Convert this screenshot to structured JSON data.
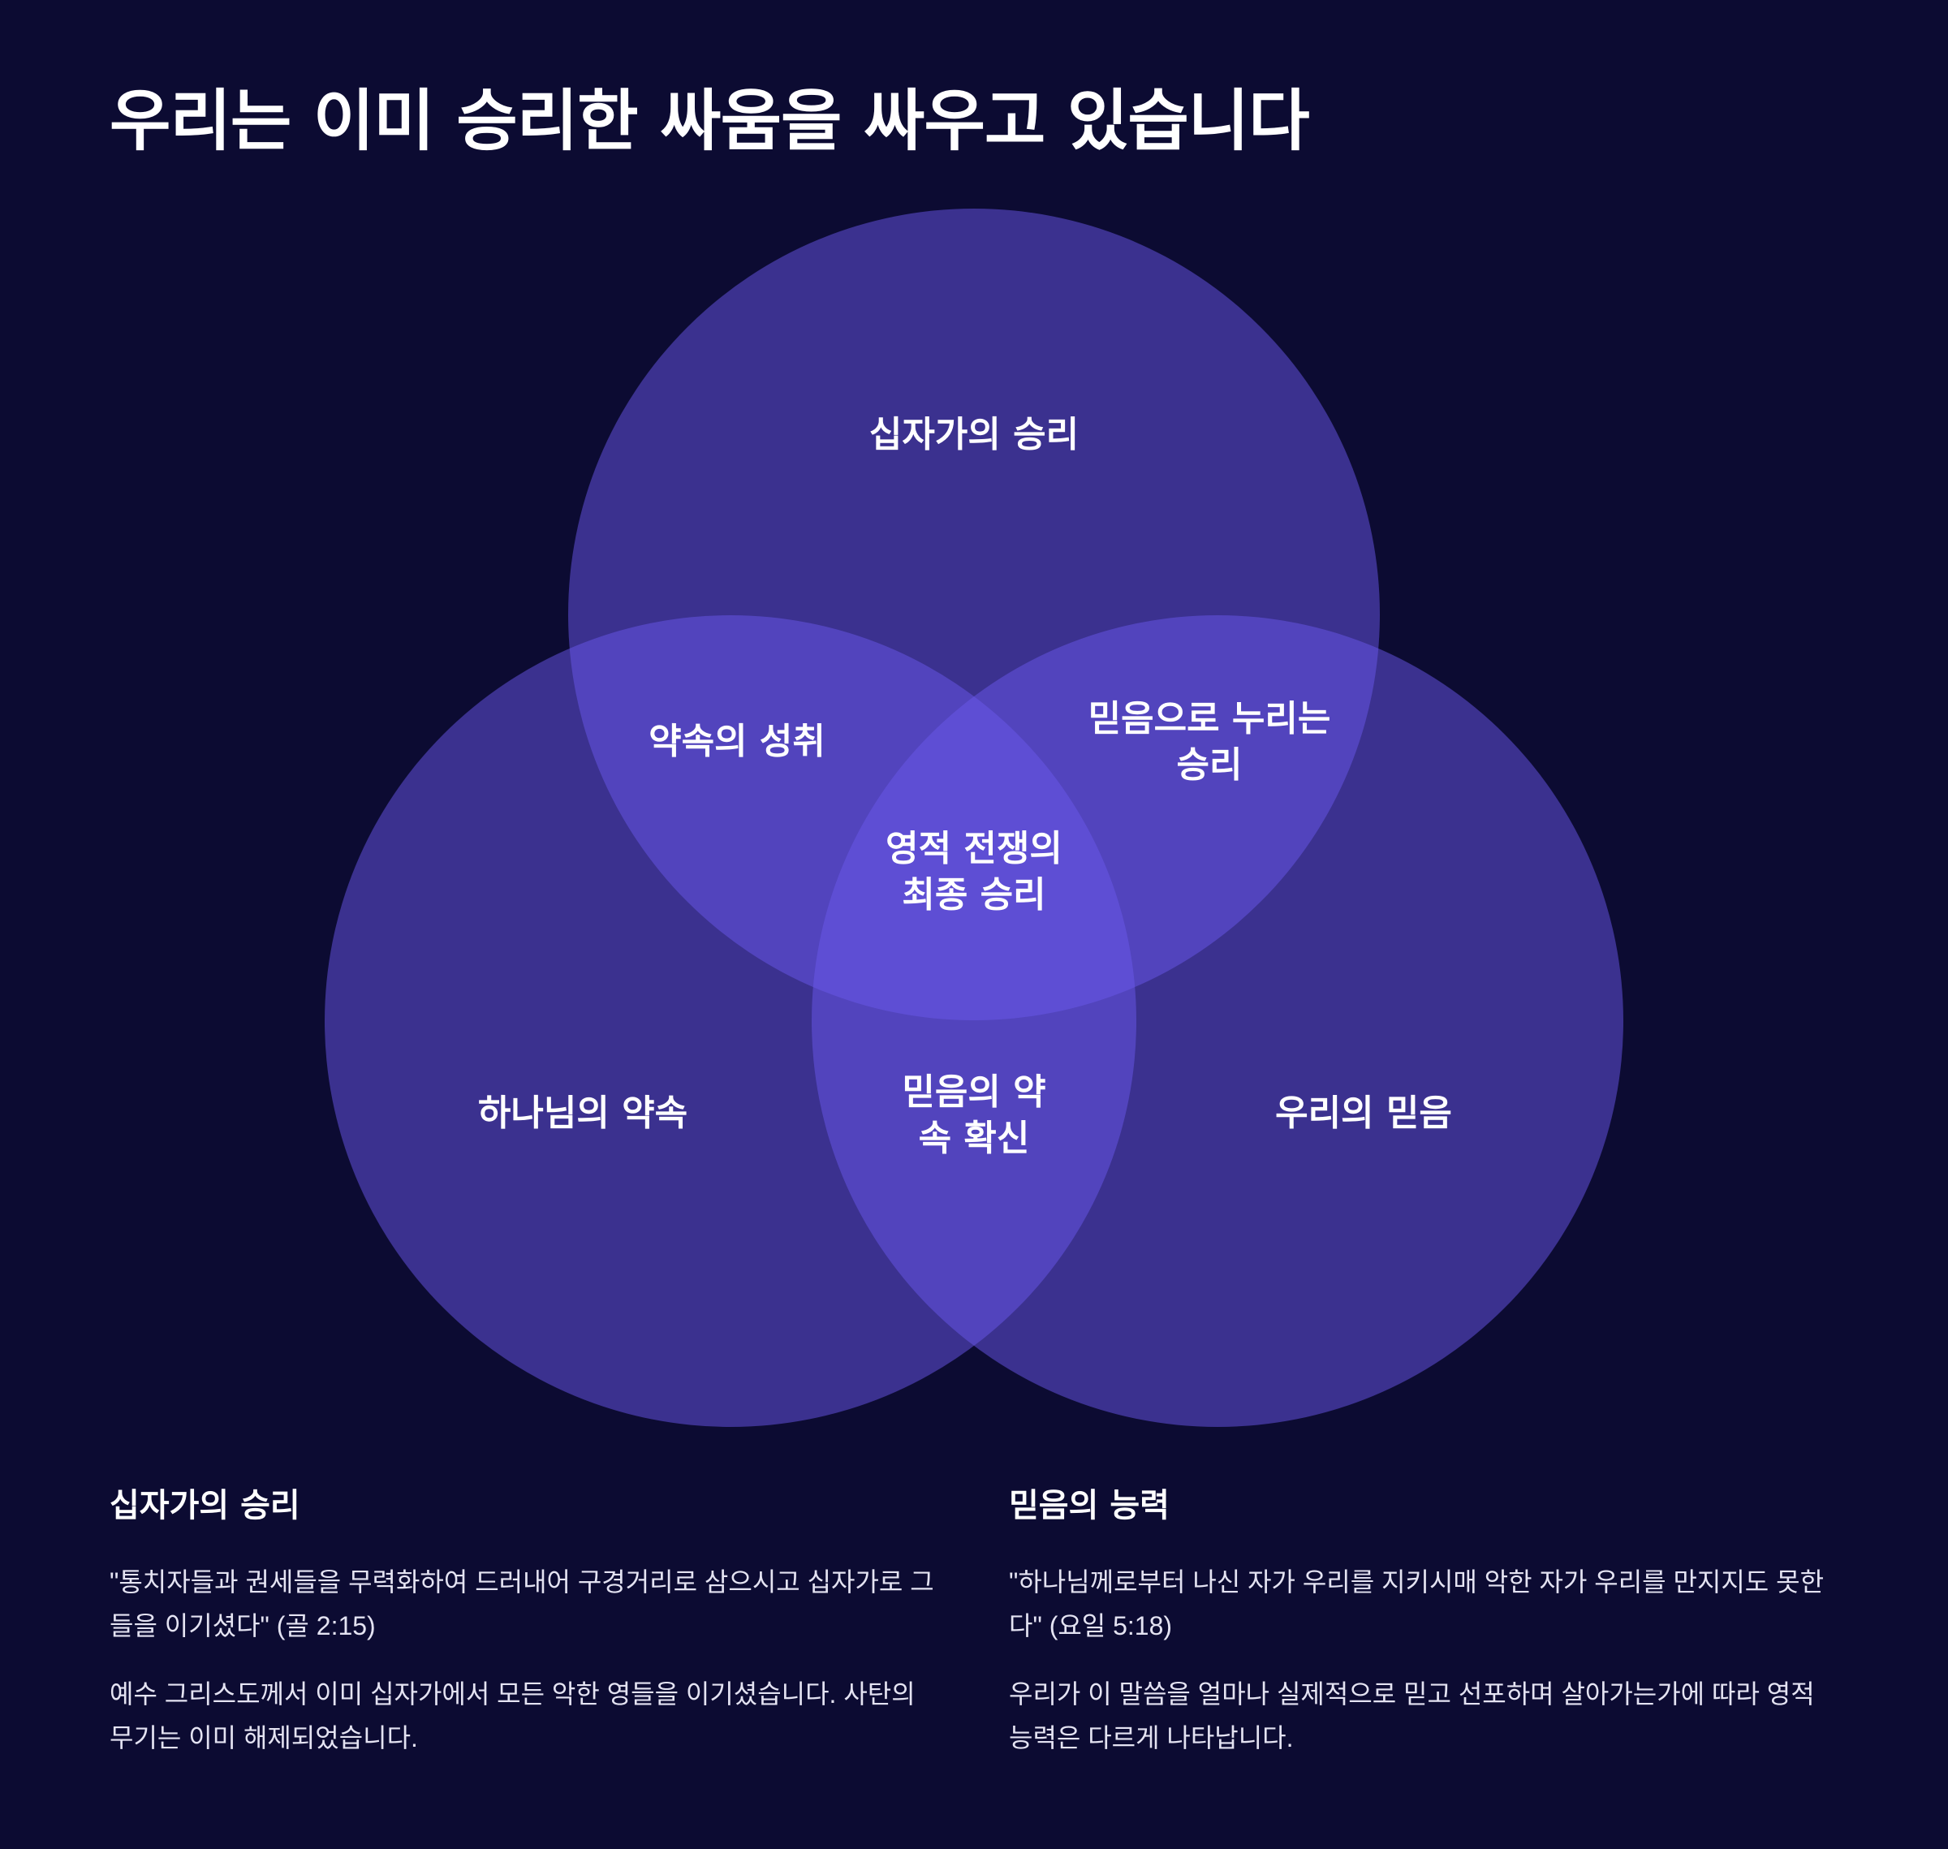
{
  "title": "우리는 이미 승리한 싸움을 싸우고 있습니다",
  "colors": {
    "background": "#0c0b32",
    "circle_fill": "#6a58ec",
    "text": "#ffffff"
  },
  "venn": {
    "sets": {
      "top": "십자가의 승리",
      "left": "하나님의 약속",
      "right": "우리의 믿음"
    },
    "intersections": {
      "top_left": "약속의 성취",
      "top_right_line1": "믿음으로 누리는",
      "top_right_line2": "승리",
      "left_right_line1": "믿음의 약",
      "left_right_line2": "속 확신",
      "center_line1": "영적 전쟁의",
      "center_line2": "최종 승리"
    }
  },
  "panels": {
    "left": {
      "heading": "십자가의 승리",
      "quote": "\"통치자들과 권세들을 무력화하여 드러내어 구경거리로 삼으시고 십자가로 그들을 이기셨다\" (골 2:15)",
      "body": "예수 그리스도께서 이미 십자가에서 모든 악한 영들을 이기셨습니다. 사탄의 무기는 이미 해제되었습니다."
    },
    "right": {
      "heading": "믿음의 능력",
      "quote": "\"하나님께로부터 나신 자가 우리를 지키시매 악한 자가 우리를 만지지도 못한다\" (요일 5:18)",
      "body": "우리가 이 말씀을 얼마나 실제적으로 믿고 선포하며 살아가는가에 따라 영적 능력은 다르게 나타납니다."
    }
  }
}
